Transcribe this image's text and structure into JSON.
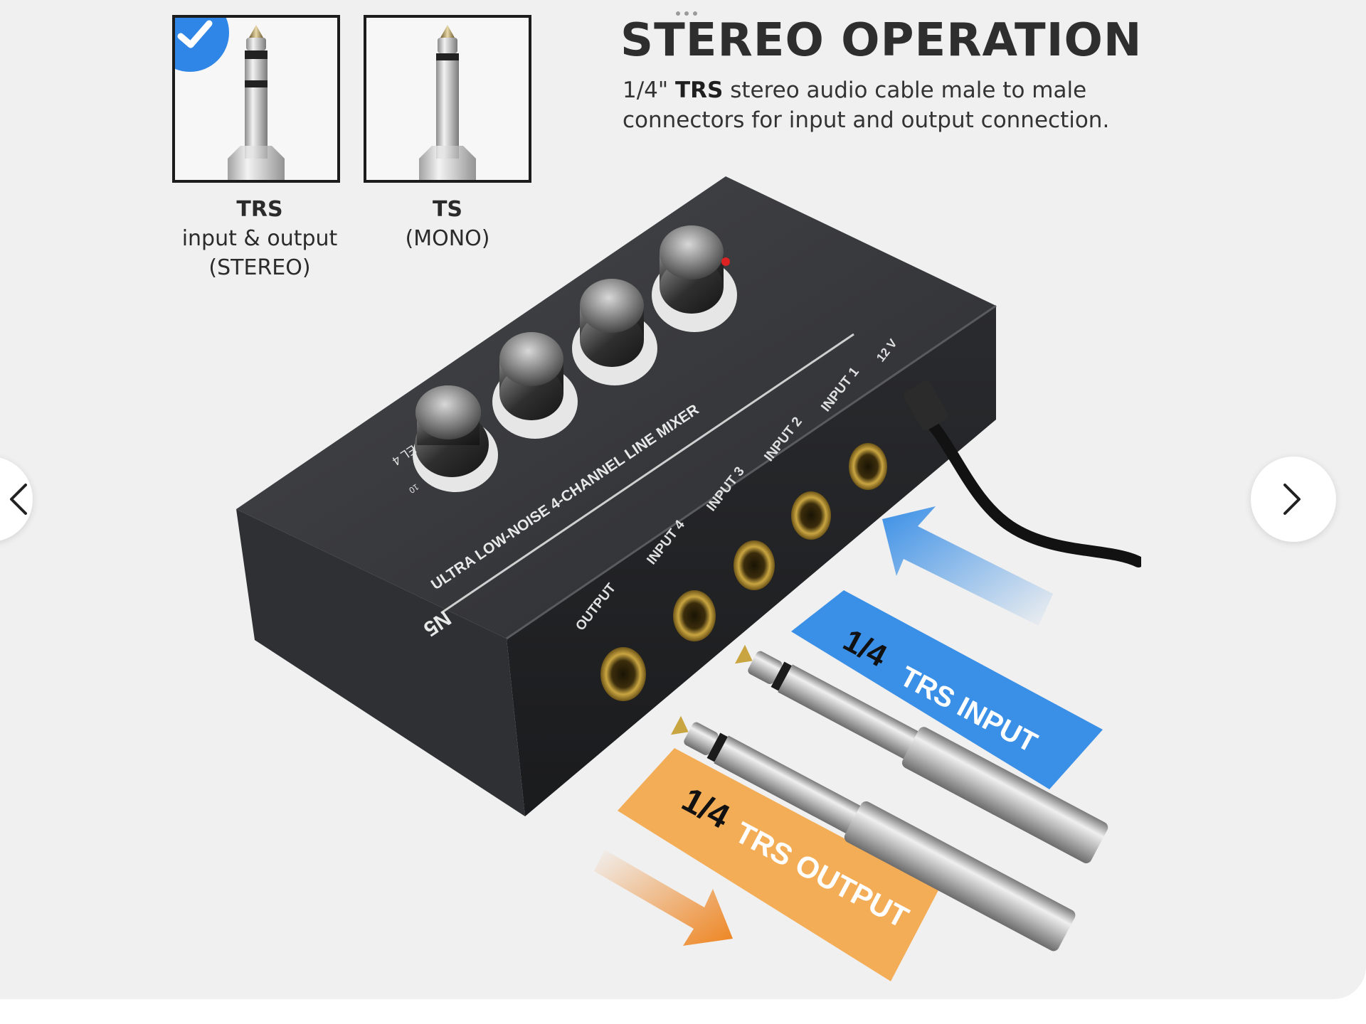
{
  "plug_types": {
    "trs": {
      "title": "TRS",
      "line1": "input & output",
      "line2": "(STEREO)",
      "selected": true
    },
    "ts": {
      "title": "TS",
      "line1": "(MONO)"
    }
  },
  "headline": "STEREO OPERATION",
  "description": {
    "prefix": "1/4\"",
    "emphasis": "TRS",
    "rest": "stereo audio cable male to male connectors for input and output connection."
  },
  "product": {
    "brand": "N5",
    "model_text": "ULTRA LOW-NOISE 4-CHANNEL LINE MIXER",
    "ports": [
      "OUTPUT",
      "INPUT 4",
      "INPUT 3",
      "INPUT 2",
      "INPUT 1",
      "12 V"
    ],
    "knob_labels": [
      "EL 4",
      "10"
    ],
    "input_tag": {
      "size": "1/4",
      "label": "TRS INPUT"
    },
    "output_tag": {
      "size": "1/4",
      "label": "TRS OUTPUT"
    }
  },
  "colors": {
    "background": "#f0f0f0",
    "check": "#2f86e6",
    "input_tag": "#3a8fe6",
    "output_tag": "#f4ad57",
    "output_arrow": "#ee8420",
    "device": "#2a2b2e"
  },
  "icons": {
    "selected": "check-badge-icon",
    "next": "chevron-right-icon",
    "prev": "chevron-left-icon",
    "more": "more-dots-icon"
  }
}
